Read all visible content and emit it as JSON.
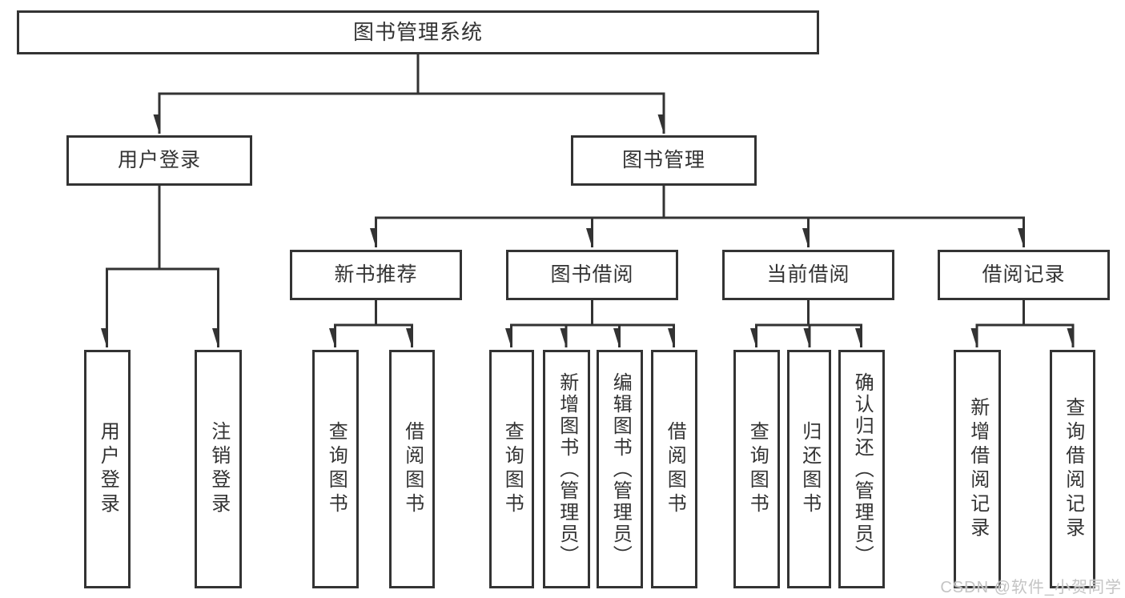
{
  "tree": {
    "root": {
      "label": "图书管理系统"
    },
    "branches": [
      {
        "label": "用户登录",
        "children": [
          {
            "label": "用户登录"
          },
          {
            "label": "注销登录"
          }
        ]
      },
      {
        "label": "图书管理",
        "children": [
          {
            "label": "新书推荐",
            "children": [
              {
                "label": "查询图书"
              },
              {
                "label": "借阅图书"
              }
            ]
          },
          {
            "label": "图书借阅",
            "children": [
              {
                "label": "查询图书"
              },
              {
                "label": "新增图书（管理员）"
              },
              {
                "label": "编辑图书（管理员）"
              },
              {
                "label": "借阅图书"
              }
            ]
          },
          {
            "label": "当前借阅",
            "children": [
              {
                "label": "查询图书"
              },
              {
                "label": "归还图书"
              },
              {
                "label": "确认归还（管理员）"
              }
            ]
          },
          {
            "label": "借阅记录",
            "children": [
              {
                "label": "新增借阅记录"
              },
              {
                "label": "查询借阅记录"
              }
            ]
          }
        ]
      }
    ]
  },
  "watermark": {
    "text": "CSDN @软件_小贺同学"
  },
  "colors": {
    "line": "#333333",
    "box_border": "#333333",
    "text": "#333333",
    "background": "#ffffff",
    "watermark": "#c4c4c4"
  }
}
